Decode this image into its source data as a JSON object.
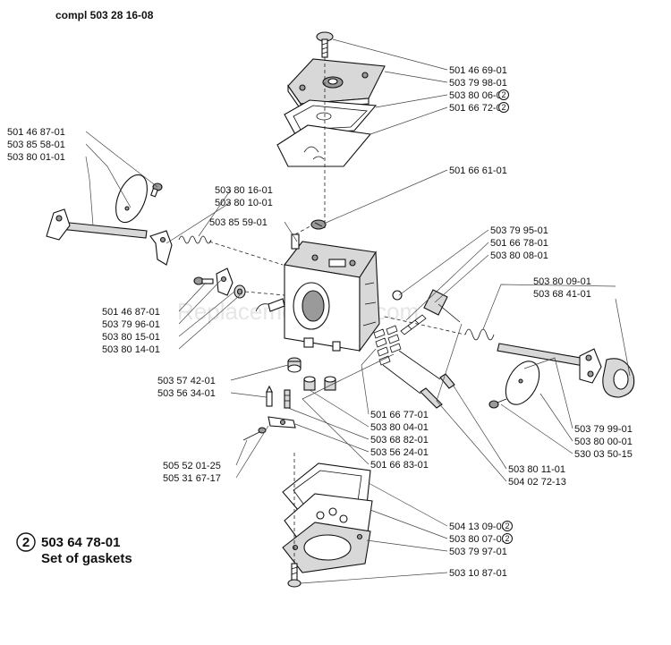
{
  "header": {
    "title": "compl 503 28 16-08"
  },
  "watermark": "ReplacementParts.com",
  "kit": {
    "ref": "2",
    "number": "503 64 78-01",
    "name": "Set of gaskets"
  },
  "labels": [
    {
      "id": "l1",
      "text": "501 46 69-01",
      "ref": ""
    },
    {
      "id": "l2",
      "text": "503 79 98-01",
      "ref": ""
    },
    {
      "id": "l3",
      "text": "503 80 06-01",
      "ref": "2"
    },
    {
      "id": "l4",
      "text": "501 66 72-01",
      "ref": "2"
    },
    {
      "id": "l5",
      "text": "501 46 87-01",
      "ref": ""
    },
    {
      "id": "l6",
      "text": "503 85 58-01",
      "ref": ""
    },
    {
      "id": "l7",
      "text": "503 80 01-01",
      "ref": ""
    },
    {
      "id": "l8",
      "text": "501 66 61-01",
      "ref": ""
    },
    {
      "id": "l9",
      "text": "503 80 16-01",
      "ref": ""
    },
    {
      "id": "l10",
      "text": "503 80 10-01",
      "ref": ""
    },
    {
      "id": "l11",
      "text": "503 85 59-01",
      "ref": ""
    },
    {
      "id": "l12",
      "text": "503 79 95-01",
      "ref": ""
    },
    {
      "id": "l13",
      "text": "501 66 78-01",
      "ref": ""
    },
    {
      "id": "l14",
      "text": "503 80 08-01",
      "ref": ""
    },
    {
      "id": "l15",
      "text": "503 80 09-01",
      "ref": ""
    },
    {
      "id": "l16",
      "text": "503 68 41-01",
      "ref": ""
    },
    {
      "id": "l17",
      "text": "501 46 87-01",
      "ref": ""
    },
    {
      "id": "l18",
      "text": "503 79 96-01",
      "ref": ""
    },
    {
      "id": "l19",
      "text": "503 80 15-01",
      "ref": ""
    },
    {
      "id": "l20",
      "text": "503 80 14-01",
      "ref": ""
    },
    {
      "id": "l21",
      "text": "503 57 42-01",
      "ref": ""
    },
    {
      "id": "l22",
      "text": "503 56 34-01",
      "ref": ""
    },
    {
      "id": "l23",
      "text": "501 66 77-01",
      "ref": ""
    },
    {
      "id": "l24",
      "text": "503 80 04-01",
      "ref": ""
    },
    {
      "id": "l25",
      "text": "503 68 82-01",
      "ref": ""
    },
    {
      "id": "l26",
      "text": "503 56 24-01",
      "ref": ""
    },
    {
      "id": "l27",
      "text": "501 66 83-01",
      "ref": ""
    },
    {
      "id": "l28",
      "text": "503 79 99-01",
      "ref": ""
    },
    {
      "id": "l29",
      "text": "503 80 00-01",
      "ref": ""
    },
    {
      "id": "l30",
      "text": "530 03 50-15",
      "ref": ""
    },
    {
      "id": "l31",
      "text": "505 52 01-25",
      "ref": ""
    },
    {
      "id": "l32",
      "text": "505 31 67-17",
      "ref": ""
    },
    {
      "id": "l33",
      "text": "503 80 11-01",
      "ref": ""
    },
    {
      "id": "l34",
      "text": "504 02 72-13",
      "ref": ""
    },
    {
      "id": "l35",
      "text": "504 13 09-05",
      "ref": "2"
    },
    {
      "id": "l36",
      "text": "503 80 07-01",
      "ref": "2"
    },
    {
      "id": "l37",
      "text": "503 79 97-01",
      "ref": ""
    },
    {
      "id": "l38",
      "text": "503 10 87-01",
      "ref": ""
    }
  ]
}
